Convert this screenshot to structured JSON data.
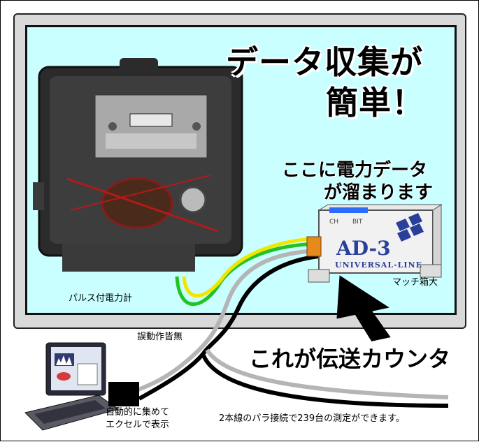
{
  "headline": {
    "line1": "データ収集が",
    "line2": "簡単！"
  },
  "device_note": {
    "line1": "ここに電力データ",
    "line2": "が溜まります"
  },
  "device": {
    "model": "AD-3",
    "brand": "UNIVERSAL-LINE",
    "ch_label": "CH",
    "bit_label": "BIT",
    "size_label": "マッチ箱大"
  },
  "meter_label": "パルス付電力計",
  "no_error_label": "誤動作皆無",
  "transmission_label": "これが伝送カウンタ",
  "pc_label": {
    "line1": "自動的に集めて",
    "line2": "エクセルで表示"
  },
  "wiring_note": "2本線のパラ接続で239台の測定ができます。",
  "colors": {
    "panel_bg": "#c9ffff",
    "wire_yellow": "#f2e600",
    "wire_green": "#22c322",
    "wire_gray": "#b5b5b5",
    "wire_black": "#000000",
    "device_blue": "#2a3f9a"
  }
}
